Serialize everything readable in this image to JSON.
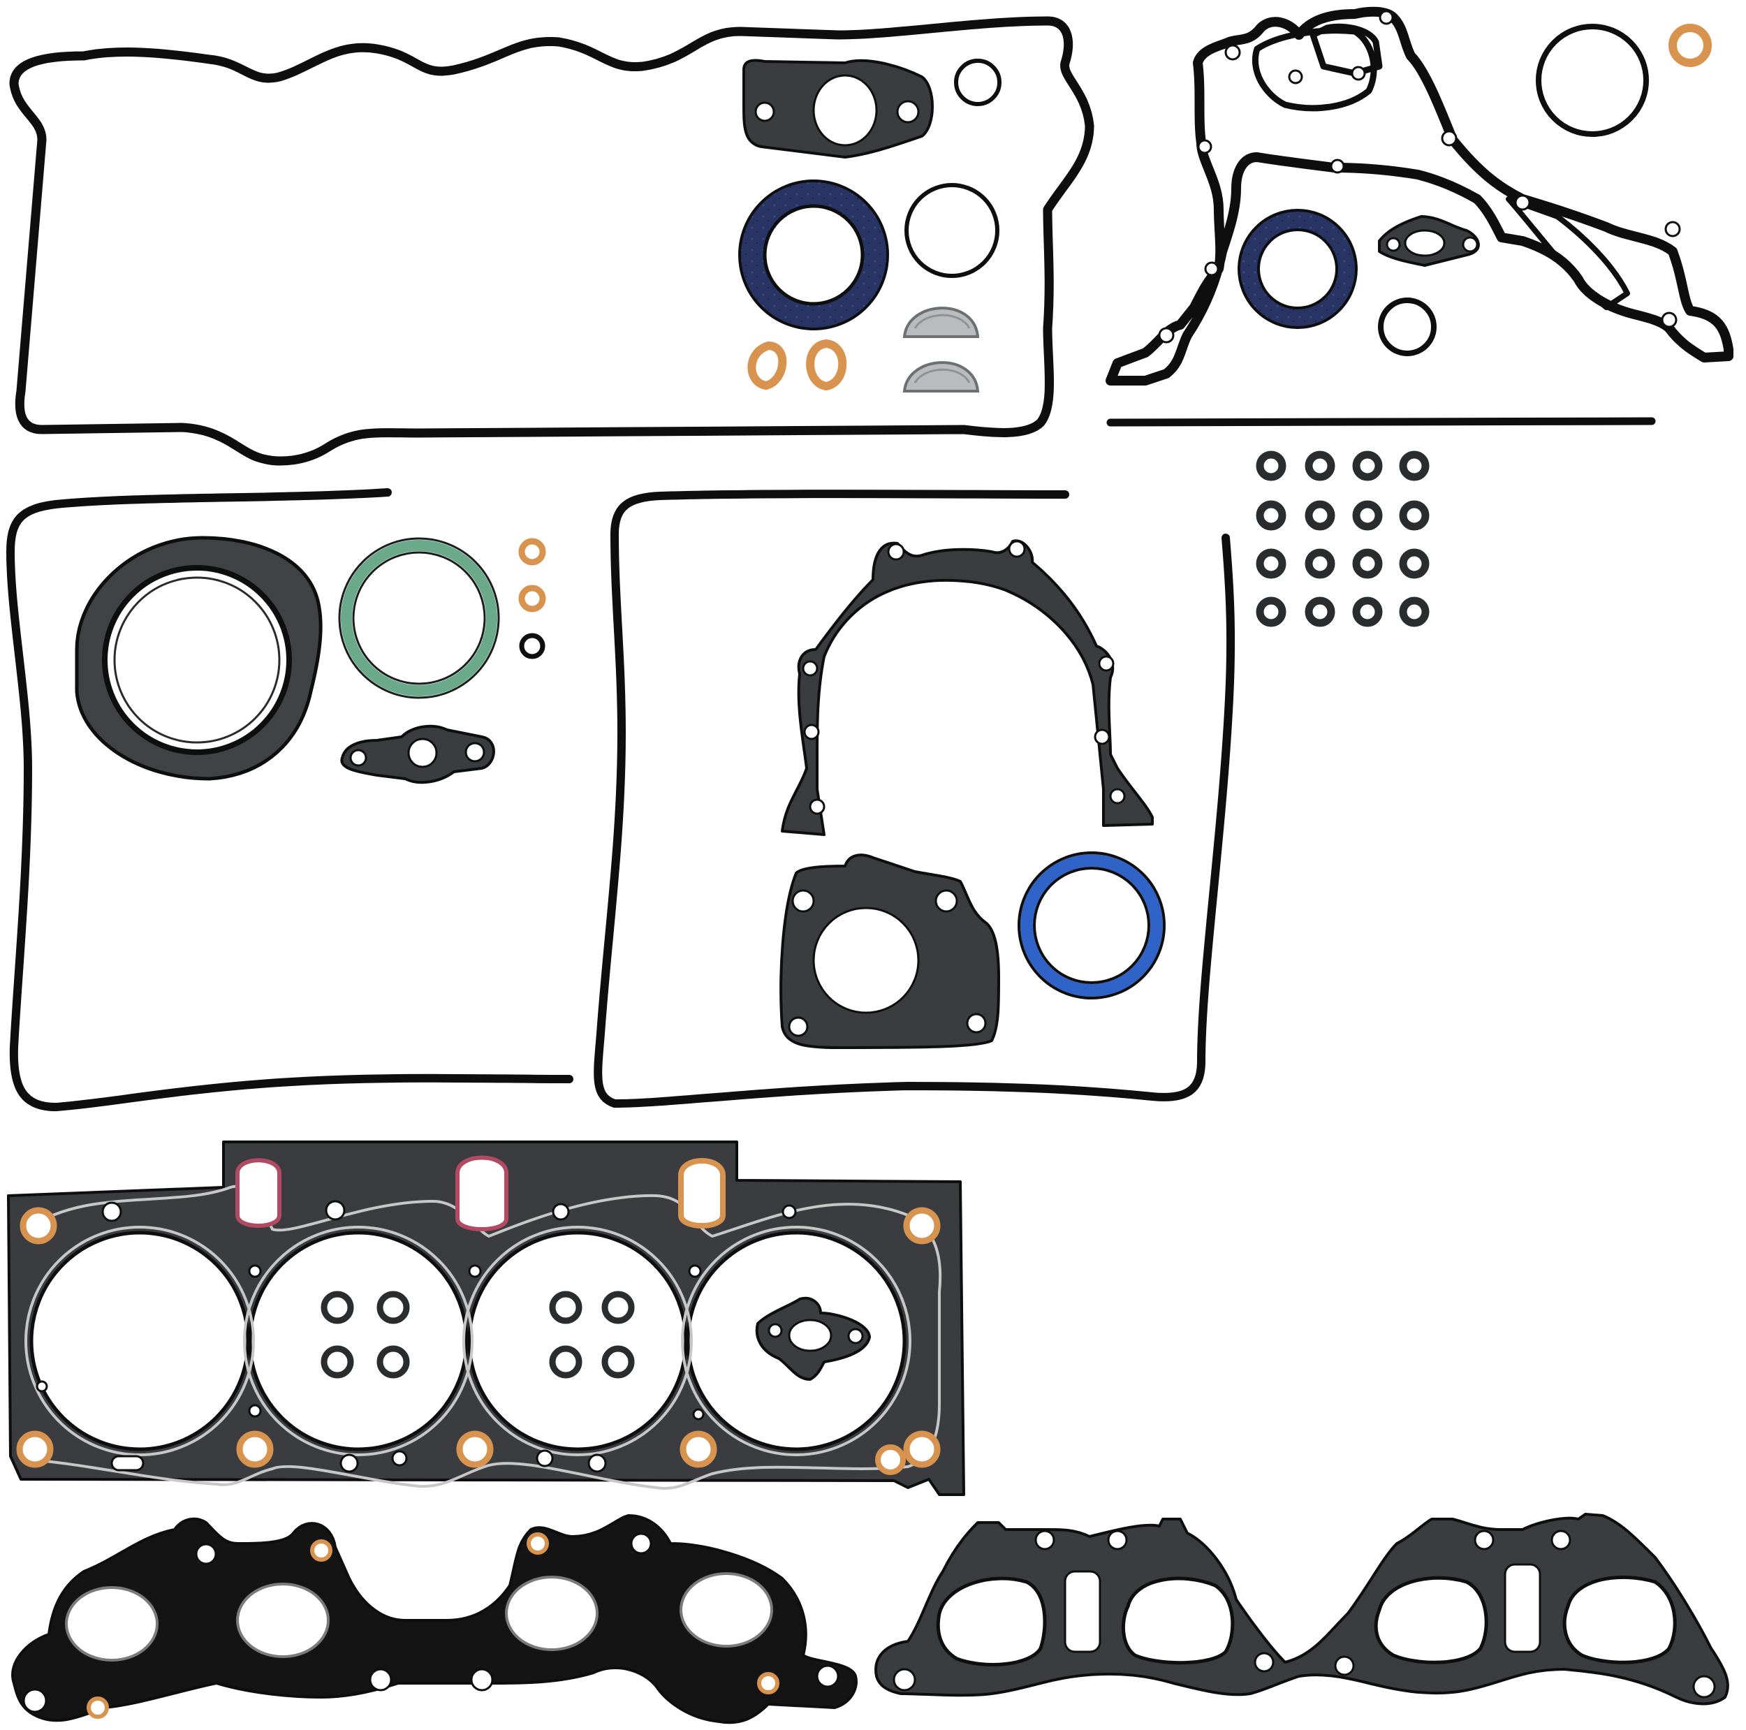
{
  "colors": {
    "background": "#ffffff",
    "rubber": "#0e0e0e",
    "plate": "#3a3c40",
    "copper": "#d8934f",
    "seal_navy": "#283564",
    "seal_blue": "#2f63c8",
    "seal_green": "#6aa98a",
    "silver": "#b9bbbc",
    "bead": "#c7c7c7"
  },
  "parts": [
    {
      "id": "valve-cover-gasket",
      "kind": "rubber-loop"
    },
    {
      "id": "timing-cover-gasket",
      "kind": "flat-gasket"
    },
    {
      "id": "oil-pan-gasket-left",
      "kind": "rubber-loop"
    },
    {
      "id": "oil-pan-gasket-right",
      "kind": "rubber-loop"
    },
    {
      "id": "rear-main-seal-plate",
      "kind": "flat-gasket"
    },
    {
      "id": "throttle-body-gasket",
      "kind": "flat-gasket"
    },
    {
      "id": "cylinder-head-gasket",
      "kind": "mls-gasket"
    },
    {
      "id": "exhaust-manifold-gasket",
      "kind": "flat-gasket"
    },
    {
      "id": "intake-manifold-gasket",
      "kind": "flat-gasket"
    },
    {
      "id": "valve-stem-seals",
      "kind": "seal-grid",
      "count": 16
    },
    {
      "id": "oil-seals",
      "kind": "seal",
      "count": 4
    },
    {
      "id": "copper-washers",
      "kind": "washer",
      "count": 6
    },
    {
      "id": "o-rings",
      "kind": "o-ring",
      "count": 6
    },
    {
      "id": "camshaft-plugs",
      "kind": "half-moon",
      "count": 2
    }
  ]
}
